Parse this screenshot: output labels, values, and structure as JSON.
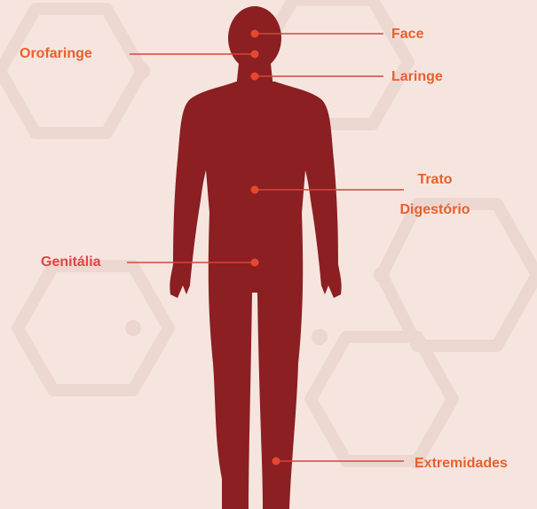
{
  "colors": {
    "background": "#f6e5df",
    "silhouette": "#8b1f22",
    "label_text": "#e8602c",
    "label_text_alt": "#e44444",
    "marker": "#e8472f",
    "leader_line": "#d8453a",
    "hexagon_pattern": "#ecd6cf"
  },
  "figure": {
    "description_icon": "human-silhouette-icon"
  },
  "labels": {
    "face": "Face",
    "orofaringe": "Orofaringe",
    "laringe": "Laringe",
    "trato_line1": "Trato",
    "trato_line2": "Digestório",
    "genitalia": "Genitália",
    "extremidades": "Extremidades"
  }
}
